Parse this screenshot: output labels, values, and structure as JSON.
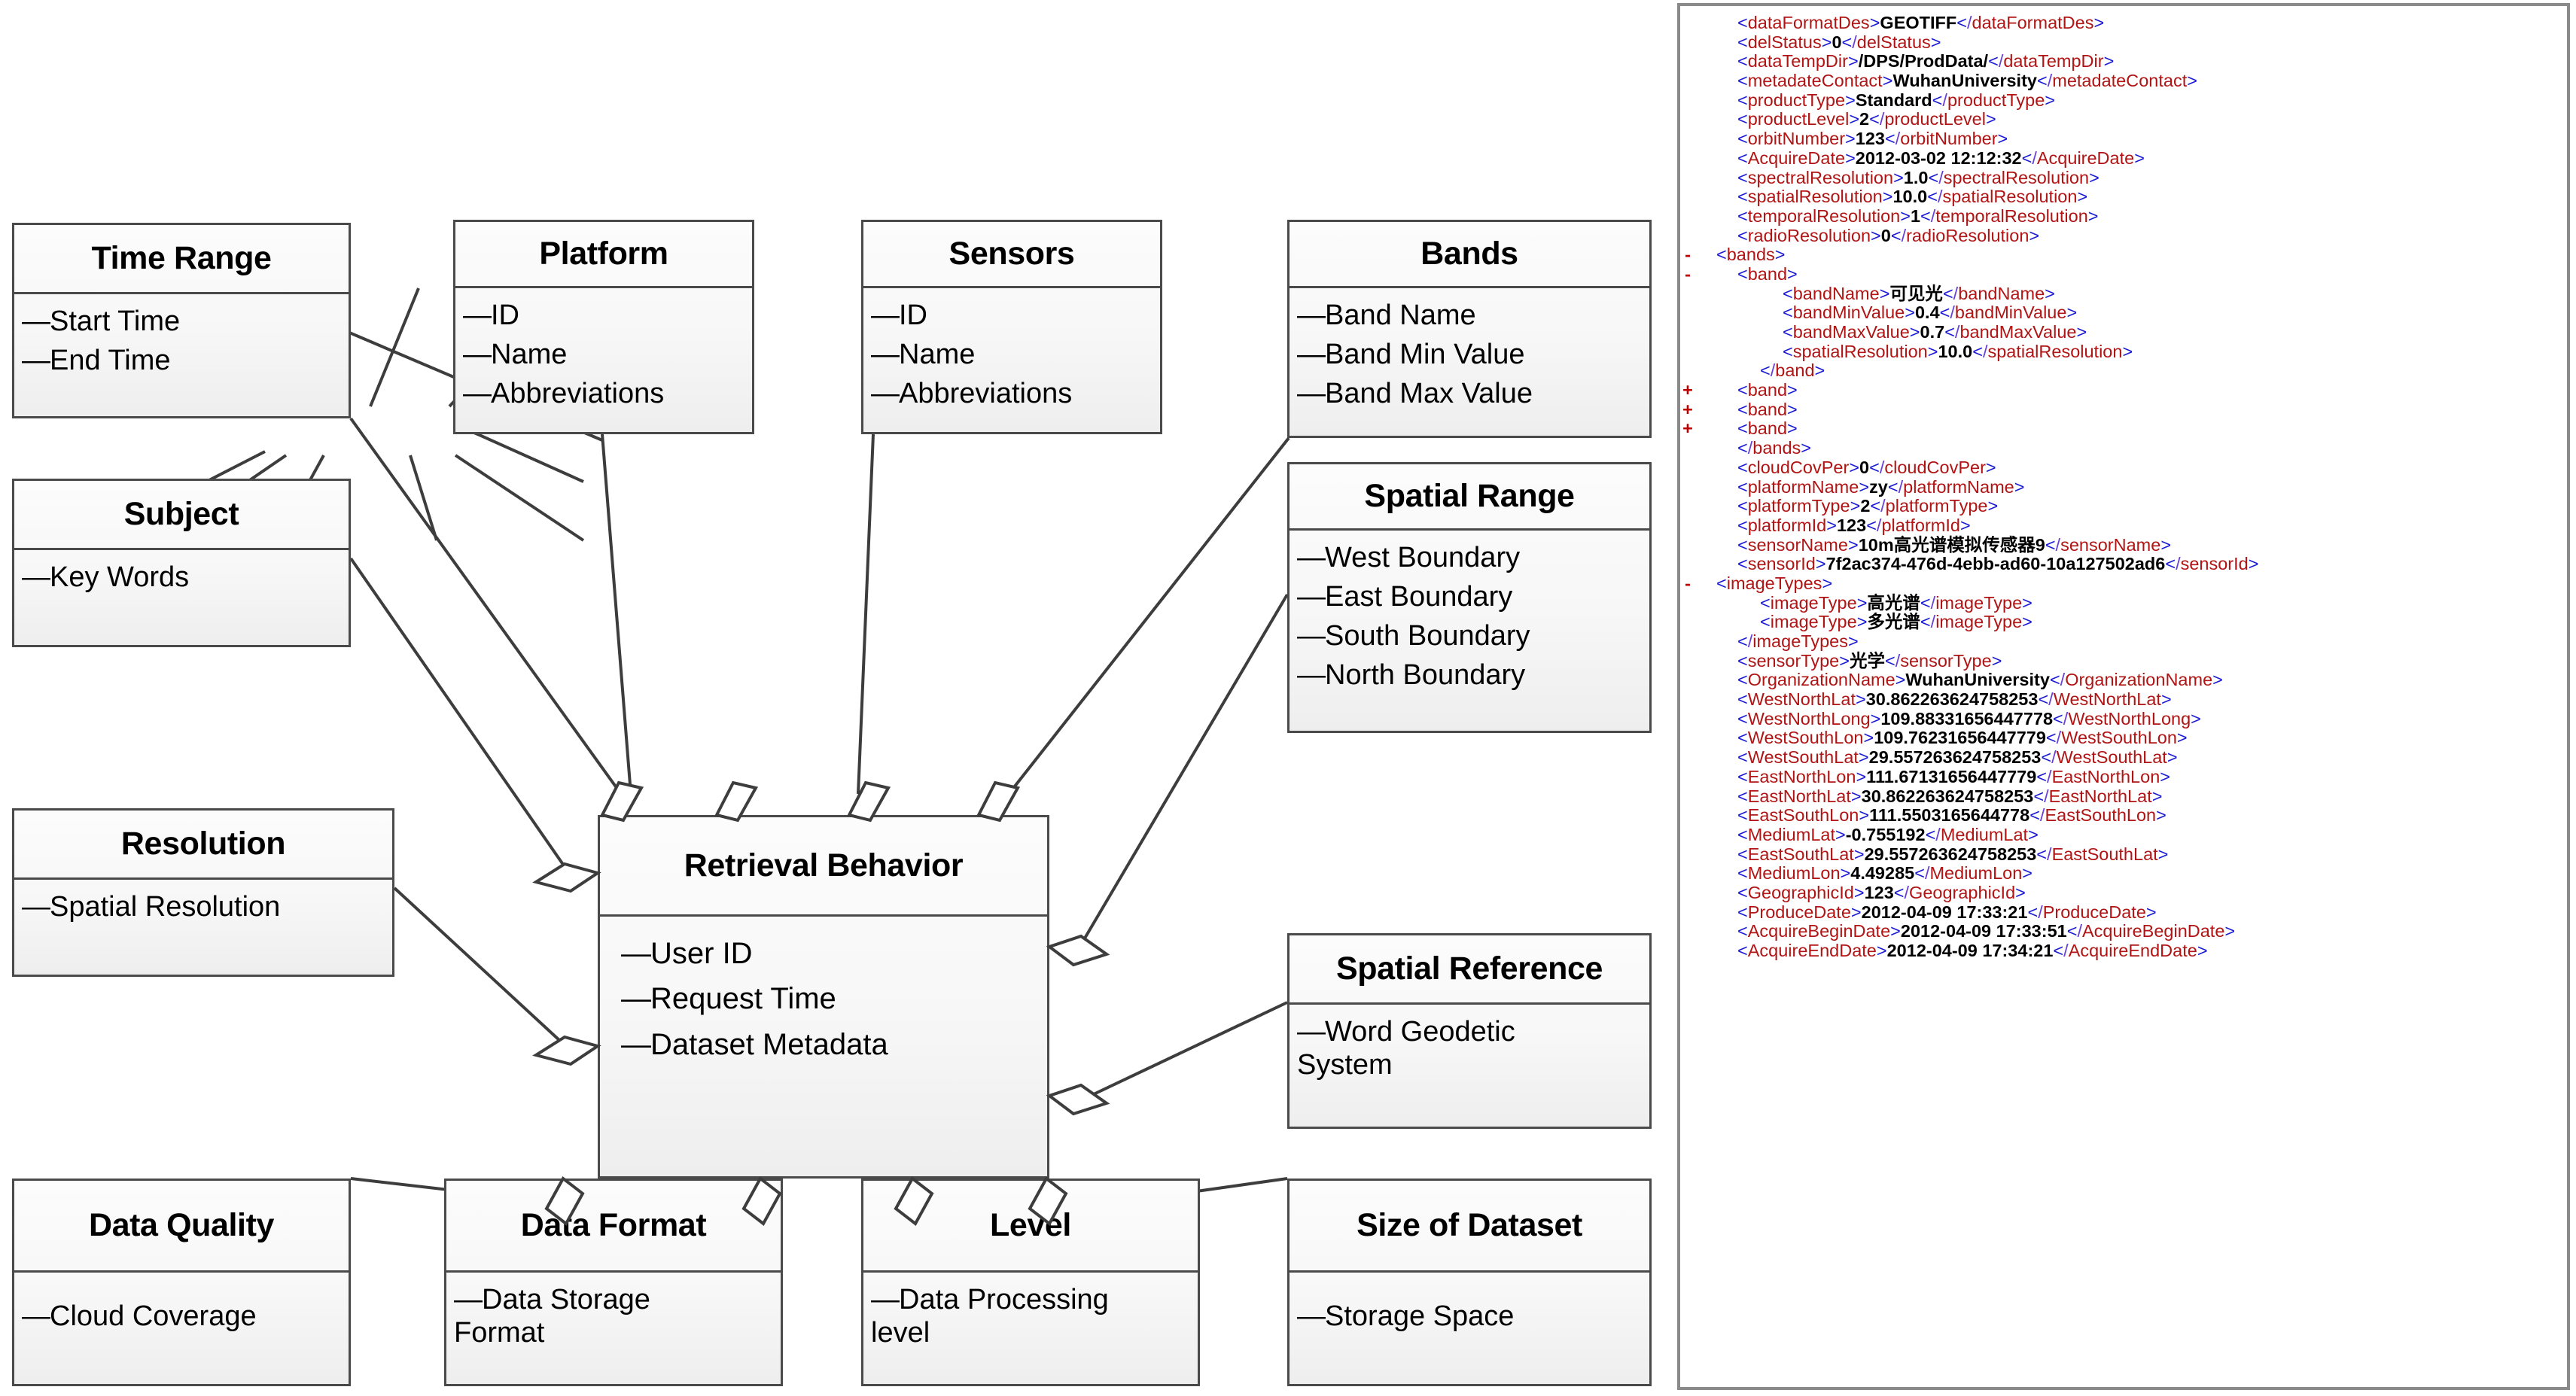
{
  "diagram": {
    "central": {
      "title": "Retrieval Behavior",
      "attributes": [
        "User ID",
        "Request Time",
        "Dataset Metadata"
      ]
    },
    "classes": [
      {
        "id": "time-range",
        "title": "Time Range",
        "attributes": [
          "Start Time",
          "End Time"
        ]
      },
      {
        "id": "platform",
        "title": "Platform",
        "attributes": [
          "ID",
          "Name",
          "Abbreviations"
        ]
      },
      {
        "id": "sensors",
        "title": "Sensors",
        "attributes": [
          "ID",
          "Name",
          "Abbreviations"
        ]
      },
      {
        "id": "bands",
        "title": "Bands",
        "attributes": [
          "Band Name",
          "Band Min Value",
          "Band Max Value"
        ]
      },
      {
        "id": "subject",
        "title": "Subject",
        "attributes": [
          "Key Words"
        ]
      },
      {
        "id": "spatial-range",
        "title": "Spatial Range",
        "attributes": [
          "West Boundary",
          "East Boundary",
          "South Boundary",
          "North Boundary"
        ]
      },
      {
        "id": "resolution",
        "title": "Resolution",
        "attributes": [
          "Spatial Resolution"
        ]
      },
      {
        "id": "spatial-reference",
        "title": "Spatial Reference",
        "attributes": [
          "Word Geodetic System"
        ]
      },
      {
        "id": "data-quality",
        "title": "Data Quality",
        "attributes": [
          "Cloud Coverage"
        ]
      },
      {
        "id": "data-format",
        "title": "Data Format",
        "attributes": [
          "Data Storage Format"
        ]
      },
      {
        "id": "level",
        "title": "Level",
        "attributes": [
          "Data Processing level"
        ]
      },
      {
        "id": "size-of-dataset",
        "title": "Size of Dataset",
        "attributes": [
          "Storage Space"
        ]
      }
    ]
  },
  "xml": {
    "colors": {
      "tag": "#b01414",
      "bracket": "#1a1ad6",
      "slash": "#6a3fd6",
      "value": "#000000",
      "toggle": "#c00000",
      "panel_border": "#8a8a8a"
    },
    "lines": [
      {
        "toggle": "",
        "indent": 1,
        "tag": "dataFormatDes",
        "value": "GEOTIFF",
        "kind": "pair"
      },
      {
        "toggle": "",
        "indent": 1,
        "tag": "delStatus",
        "value": "0",
        "kind": "pair"
      },
      {
        "toggle": "",
        "indent": 1,
        "tag": "dataTempDir",
        "value": "/DPS/ProdData/",
        "kind": "pair"
      },
      {
        "toggle": "",
        "indent": 1,
        "tag": "metadateContact",
        "value": "WuhanUniversity",
        "kind": "pair"
      },
      {
        "toggle": "",
        "indent": 1,
        "tag": "productType",
        "value": "Standard",
        "kind": "pair"
      },
      {
        "toggle": "",
        "indent": 1,
        "tag": "productLevel",
        "value": "2",
        "kind": "pair"
      },
      {
        "toggle": "",
        "indent": 1,
        "tag": "orbitNumber",
        "value": "123",
        "kind": "pair"
      },
      {
        "toggle": "",
        "indent": 1,
        "tag": "AcquireDate",
        "value": "2012-03-02 12:12:32",
        "kind": "pair"
      },
      {
        "toggle": "",
        "indent": 1,
        "tag": "spectralResolution",
        "value": "1.0",
        "kind": "pair"
      },
      {
        "toggle": "",
        "indent": 1,
        "tag": "spatialResolution",
        "value": "10.0",
        "kind": "pair"
      },
      {
        "toggle": "",
        "indent": 1,
        "tag": "temporalResolution",
        "value": "1",
        "kind": "pair"
      },
      {
        "toggle": "",
        "indent": 1,
        "tag": "radioResolution",
        "value": "0",
        "kind": "pair"
      },
      {
        "toggle": "-",
        "indent": 0,
        "tag": "bands",
        "value": "",
        "kind": "open"
      },
      {
        "toggle": "-",
        "indent": 1,
        "tag": "band",
        "value": "",
        "kind": "open"
      },
      {
        "toggle": "",
        "indent": 3,
        "tag": "bandName",
        "value": "可见光",
        "kind": "pair"
      },
      {
        "toggle": "",
        "indent": 3,
        "tag": "bandMinValue",
        "value": "0.4",
        "kind": "pair"
      },
      {
        "toggle": "",
        "indent": 3,
        "tag": "bandMaxValue",
        "value": "0.7",
        "kind": "pair"
      },
      {
        "toggle": "",
        "indent": 3,
        "tag": "spatialResolution",
        "value": "10.0",
        "kind": "pair"
      },
      {
        "toggle": "",
        "indent": 2,
        "tag": "band",
        "value": "",
        "kind": "close"
      },
      {
        "toggle": "+",
        "indent": 1,
        "tag": "band",
        "value": "",
        "kind": "open"
      },
      {
        "toggle": "+",
        "indent": 1,
        "tag": "band",
        "value": "",
        "kind": "open"
      },
      {
        "toggle": "+",
        "indent": 1,
        "tag": "band",
        "value": "",
        "kind": "open"
      },
      {
        "toggle": "",
        "indent": 1,
        "tag": "bands",
        "value": "",
        "kind": "close"
      },
      {
        "toggle": "",
        "indent": 1,
        "tag": "cloudCovPer",
        "value": "0",
        "kind": "pair"
      },
      {
        "toggle": "",
        "indent": 1,
        "tag": "platformName",
        "value": "zy",
        "kind": "pair"
      },
      {
        "toggle": "",
        "indent": 1,
        "tag": "platformType",
        "value": "2",
        "kind": "pair"
      },
      {
        "toggle": "",
        "indent": 1,
        "tag": "platformId",
        "value": "123",
        "kind": "pair"
      },
      {
        "toggle": "",
        "indent": 1,
        "tag": "sensorName",
        "value": "10m高光谱模拟传感器9",
        "kind": "pair"
      },
      {
        "toggle": "",
        "indent": 1,
        "tag": "sensorId",
        "value": "7f2ac374-476d-4ebb-ad60-10a127502ad6",
        "kind": "pair"
      },
      {
        "toggle": "-",
        "indent": 0,
        "tag": "imageTypes",
        "value": "",
        "kind": "open"
      },
      {
        "toggle": "",
        "indent": 2,
        "tag": "imageType",
        "value": "高光谱",
        "kind": "pair"
      },
      {
        "toggle": "",
        "indent": 2,
        "tag": "imageType",
        "value": "多光谱",
        "kind": "pair"
      },
      {
        "toggle": "",
        "indent": 1,
        "tag": "imageTypes",
        "value": "",
        "kind": "close"
      },
      {
        "toggle": "",
        "indent": 1,
        "tag": "sensorType",
        "value": "光学",
        "kind": "pair"
      },
      {
        "toggle": "",
        "indent": 1,
        "tag": "OrganizationName",
        "value": "WuhanUniversity",
        "kind": "pair"
      },
      {
        "toggle": "",
        "indent": 1,
        "tag": "WestNorthLat",
        "value": "30.862263624758253",
        "kind": "pair"
      },
      {
        "toggle": "",
        "indent": 1,
        "tag": "WestNorthLong",
        "value": "109.88331656447778",
        "kind": "pair"
      },
      {
        "toggle": "",
        "indent": 1,
        "tag": "WestSouthLon",
        "value": "109.76231656447779",
        "kind": "pair"
      },
      {
        "toggle": "",
        "indent": 1,
        "tag": "WestSouthLat",
        "value": "29.557263624758253",
        "kind": "pair"
      },
      {
        "toggle": "",
        "indent": 1,
        "tag": "EastNorthLon",
        "value": "111.67131656447779",
        "kind": "pair"
      },
      {
        "toggle": "",
        "indent": 1,
        "tag": "EastNorthLat",
        "value": "30.862263624758253",
        "kind": "pair"
      },
      {
        "toggle": "",
        "indent": 1,
        "tag": "EastSouthLon",
        "value": "111.5503165644778",
        "kind": "pair"
      },
      {
        "toggle": "",
        "indent": 1,
        "tag": "MediumLat",
        "value": "-0.755192",
        "kind": "pair"
      },
      {
        "toggle": "",
        "indent": 1,
        "tag": "EastSouthLat",
        "value": "29.557263624758253",
        "kind": "pair"
      },
      {
        "toggle": "",
        "indent": 1,
        "tag": "MediumLon",
        "value": "4.49285",
        "kind": "pair"
      },
      {
        "toggle": "",
        "indent": 1,
        "tag": "GeographicId",
        "value": "123",
        "kind": "pair"
      },
      {
        "toggle": "",
        "indent": 1,
        "tag": "ProduceDate",
        "value": "2012-04-09 17:33:21",
        "kind": "pair"
      },
      {
        "toggle": "",
        "indent": 1,
        "tag": "AcquireBeginDate",
        "value": "2012-04-09 17:33:51",
        "kind": "pair"
      },
      {
        "toggle": "",
        "indent": 1,
        "tag": "AcquireEndDate",
        "value": "2012-04-09 17:34:21",
        "kind": "pair"
      }
    ]
  }
}
